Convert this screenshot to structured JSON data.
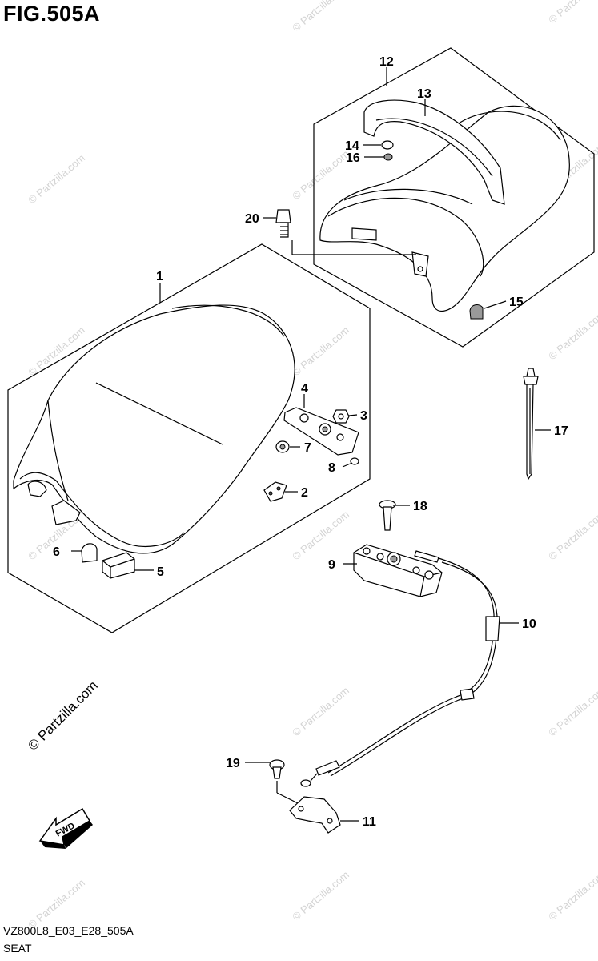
{
  "figure": {
    "title": "FIG.505A"
  },
  "footer": {
    "code": "VZ800L8_E03_E28_505A",
    "name": "SEAT"
  },
  "watermark": {
    "text": "© Partzilla.com"
  },
  "fwd_label": "FWD",
  "callouts": [
    "1",
    "2",
    "3",
    "4",
    "5",
    "6",
    "7",
    "8",
    "9",
    "10",
    "11",
    "12",
    "13",
    "14",
    "15",
    "16",
    "17",
    "18",
    "19",
    "20"
  ]
}
